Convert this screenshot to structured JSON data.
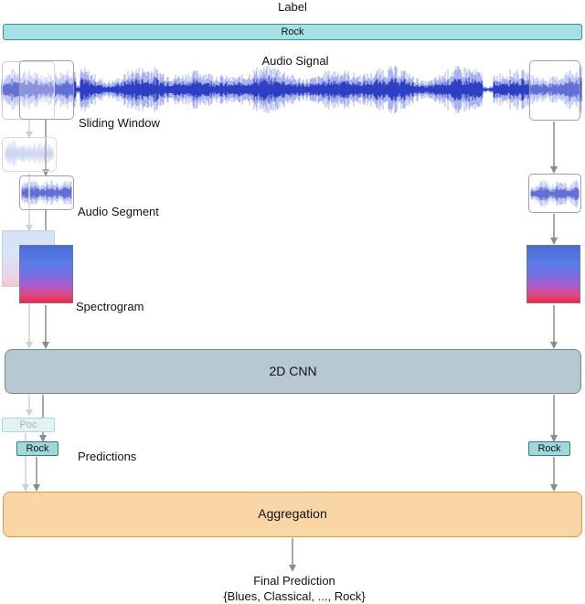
{
  "header": {
    "title": "Label",
    "label_value": "Rock"
  },
  "signal": {
    "title": "Audio Signal"
  },
  "steps": {
    "sliding_window": "Sliding Window",
    "audio_segment": "Audio Segment",
    "spectrogram": "Spectrogram",
    "predictions": "Predictions"
  },
  "model": {
    "label": "2D CNN"
  },
  "predictions": {
    "left": "Rock",
    "faded": "Poc",
    "right": "Rock"
  },
  "aggregation": {
    "label": "Aggregation"
  },
  "final": {
    "title": "Final Prediction",
    "classes": "{Blues, Classical, ..., Rock}"
  },
  "colors": {
    "label_bar": "#a7e0e3",
    "cnn": "#b7c8d3",
    "aggregation": "#fad6a7",
    "waveform_dark": "#2f3fc4",
    "waveform_light": "#a9b3ee",
    "arrow": "#8a8a8a"
  }
}
